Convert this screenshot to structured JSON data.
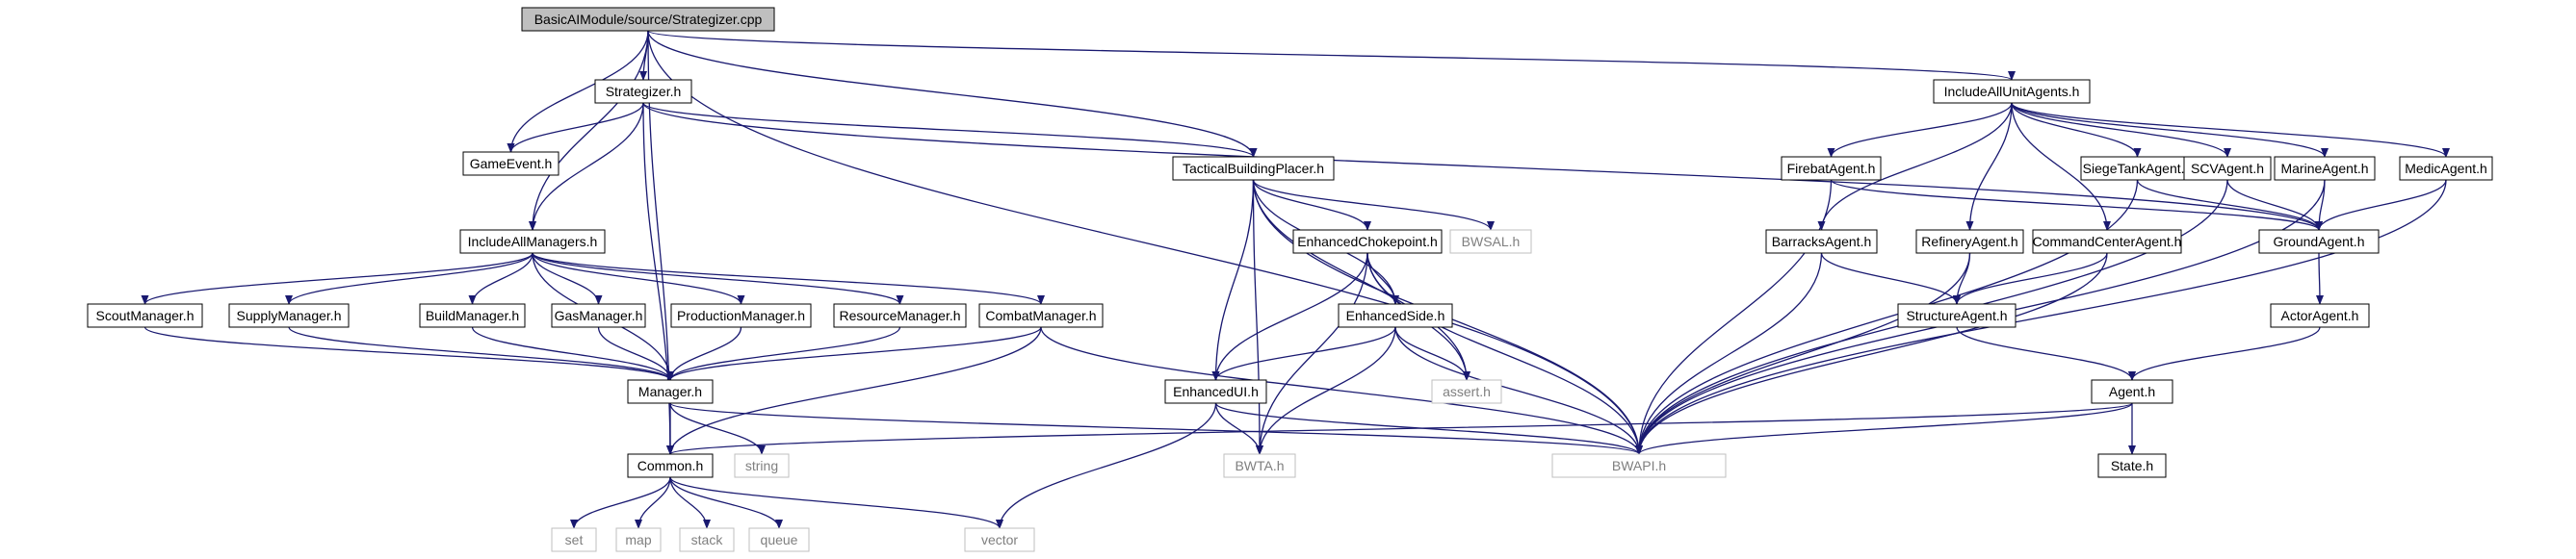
{
  "diagram": {
    "colors": {
      "edge": "#191970",
      "node_border": "#000000",
      "external_border": "#bfbfbf",
      "root_fill": "#bfbfbf",
      "node_fill": "#ffffff",
      "external_text": "#7f7f7f"
    },
    "nodes": [
      {
        "id": "root",
        "label": "BasicAIModule/source/Strategizer.cpp",
        "kind": "root"
      },
      {
        "id": "strategizer_h",
        "label": "Strategizer.h",
        "kind": "file"
      },
      {
        "id": "gameevent_h",
        "label": "GameEvent.h",
        "kind": "file"
      },
      {
        "id": "includeallmanagers_h",
        "label": "IncludeAllManagers.h",
        "kind": "file"
      },
      {
        "id": "tacticalbuildingplacer_h",
        "label": "TacticalBuildingPlacer.h",
        "kind": "file"
      },
      {
        "id": "includeallunitagents_h",
        "label": "IncludeAllUnitAgents.h",
        "kind": "file"
      },
      {
        "id": "scoutmanager_h",
        "label": "ScoutManager.h",
        "kind": "file"
      },
      {
        "id": "supplymanager_h",
        "label": "SupplyManager.h",
        "kind": "file"
      },
      {
        "id": "buildmanager_h",
        "label": "BuildManager.h",
        "kind": "file"
      },
      {
        "id": "gasmanager_h",
        "label": "GasManager.h",
        "kind": "file"
      },
      {
        "id": "productionmanager_h",
        "label": "ProductionManager.h",
        "kind": "file"
      },
      {
        "id": "resourcemanager_h",
        "label": "ResourceManager.h",
        "kind": "file"
      },
      {
        "id": "combatmanager_h",
        "label": "CombatManager.h",
        "kind": "file"
      },
      {
        "id": "manager_h",
        "label": "Manager.h",
        "kind": "file"
      },
      {
        "id": "common_h",
        "label": "Common.h",
        "kind": "file"
      },
      {
        "id": "string",
        "label": "string",
        "kind": "external"
      },
      {
        "id": "set",
        "label": "set",
        "kind": "external"
      },
      {
        "id": "map",
        "label": "map",
        "kind": "external"
      },
      {
        "id": "stack",
        "label": "stack",
        "kind": "external"
      },
      {
        "id": "queue",
        "label": "queue",
        "kind": "external"
      },
      {
        "id": "vector",
        "label": "vector",
        "kind": "external"
      },
      {
        "id": "enhancedchokepoint_h",
        "label": "EnhancedChokepoint.h",
        "kind": "file"
      },
      {
        "id": "bwsal_h",
        "label": "BWSAL.h",
        "kind": "external"
      },
      {
        "id": "enhancedside_h",
        "label": "EnhancedSide.h",
        "kind": "file"
      },
      {
        "id": "enhancedui_h",
        "label": "EnhancedUI.h",
        "kind": "file"
      },
      {
        "id": "bwta_h",
        "label": "BWTA.h",
        "kind": "external"
      },
      {
        "id": "assert_h",
        "label": "assert.h",
        "kind": "external"
      },
      {
        "id": "bwapi_h",
        "label": "BWAPI.h",
        "kind": "external"
      },
      {
        "id": "firebatagent_h",
        "label": "FirebatAgent.h",
        "kind": "file"
      },
      {
        "id": "barracksagent_h",
        "label": "BarracksAgent.h",
        "kind": "file"
      },
      {
        "id": "refineryagent_h",
        "label": "RefineryAgent.h",
        "kind": "file"
      },
      {
        "id": "commandcenteragent_h",
        "label": "CommandCenterAgent.h",
        "kind": "file"
      },
      {
        "id": "siegetankagent_h",
        "label": "SiegeTankAgent.h",
        "kind": "file"
      },
      {
        "id": "scvagent_h",
        "label": "SCVAgent.h",
        "kind": "file"
      },
      {
        "id": "marineagent_h",
        "label": "MarineAgent.h",
        "kind": "file"
      },
      {
        "id": "medicagent_h",
        "label": "MedicAgent.h",
        "kind": "file"
      },
      {
        "id": "groundagent_h",
        "label": "GroundAgent.h",
        "kind": "file"
      },
      {
        "id": "structureagent_h",
        "label": "StructureAgent.h",
        "kind": "file"
      },
      {
        "id": "actoragent_h",
        "label": "ActorAgent.h",
        "kind": "file"
      },
      {
        "id": "agent_h",
        "label": "Agent.h",
        "kind": "file"
      },
      {
        "id": "state_h",
        "label": "State.h",
        "kind": "file"
      }
    ],
    "edges": [
      [
        "root",
        "strategizer_h"
      ],
      [
        "root",
        "gameevent_h"
      ],
      [
        "root",
        "includeallmanagers_h"
      ],
      [
        "root",
        "tacticalbuildingplacer_h"
      ],
      [
        "root",
        "includeallunitagents_h"
      ],
      [
        "root",
        "common_h"
      ],
      [
        "root",
        "bwapi_h"
      ],
      [
        "strategizer_h",
        "gameevent_h"
      ],
      [
        "strategizer_h",
        "includeallmanagers_h"
      ],
      [
        "strategizer_h",
        "tacticalbuildingplacer_h"
      ],
      [
        "strategizer_h",
        "common_h"
      ],
      [
        "strategizer_h",
        "groundagent_h"
      ],
      [
        "includeallmanagers_h",
        "scoutmanager_h"
      ],
      [
        "includeallmanagers_h",
        "supplymanager_h"
      ],
      [
        "includeallmanagers_h",
        "buildmanager_h"
      ],
      [
        "includeallmanagers_h",
        "gasmanager_h"
      ],
      [
        "includeallmanagers_h",
        "productionmanager_h"
      ],
      [
        "includeallmanagers_h",
        "resourcemanager_h"
      ],
      [
        "includeallmanagers_h",
        "combatmanager_h"
      ],
      [
        "includeallmanagers_h",
        "manager_h"
      ],
      [
        "scoutmanager_h",
        "manager_h"
      ],
      [
        "supplymanager_h",
        "manager_h"
      ],
      [
        "buildmanager_h",
        "manager_h"
      ],
      [
        "gasmanager_h",
        "manager_h"
      ],
      [
        "productionmanager_h",
        "manager_h"
      ],
      [
        "resourcemanager_h",
        "manager_h"
      ],
      [
        "combatmanager_h",
        "manager_h"
      ],
      [
        "combatmanager_h",
        "common_h"
      ],
      [
        "combatmanager_h",
        "bwapi_h"
      ],
      [
        "manager_h",
        "common_h"
      ],
      [
        "manager_h",
        "string"
      ],
      [
        "manager_h",
        "bwapi_h"
      ],
      [
        "common_h",
        "set"
      ],
      [
        "common_h",
        "map"
      ],
      [
        "common_h",
        "stack"
      ],
      [
        "common_h",
        "queue"
      ],
      [
        "common_h",
        "vector"
      ],
      [
        "tacticalbuildingplacer_h",
        "enhancedchokepoint_h"
      ],
      [
        "tacticalbuildingplacer_h",
        "bwsal_h"
      ],
      [
        "tacticalbuildingplacer_h",
        "enhancedside_h"
      ],
      [
        "tacticalbuildingplacer_h",
        "enhancedui_h"
      ],
      [
        "tacticalbuildingplacer_h",
        "bwta_h"
      ],
      [
        "tacticalbuildingplacer_h",
        "assert_h"
      ],
      [
        "tacticalbuildingplacer_h",
        "bwapi_h"
      ],
      [
        "enhancedchokepoint_h",
        "enhancedside_h"
      ],
      [
        "enhancedchokepoint_h",
        "enhancedui_h"
      ],
      [
        "enhancedchokepoint_h",
        "bwta_h"
      ],
      [
        "enhancedchokepoint_h",
        "assert_h"
      ],
      [
        "enhancedchokepoint_h",
        "bwapi_h"
      ],
      [
        "enhancedside_h",
        "enhancedui_h"
      ],
      [
        "enhancedside_h",
        "bwta_h"
      ],
      [
        "enhancedside_h",
        "assert_h"
      ],
      [
        "enhancedside_h",
        "bwapi_h"
      ],
      [
        "enhancedui_h",
        "bwta_h"
      ],
      [
        "enhancedui_h",
        "vector"
      ],
      [
        "enhancedui_h",
        "bwapi_h"
      ],
      [
        "includeallunitagents_h",
        "firebatagent_h"
      ],
      [
        "includeallunitagents_h",
        "barracksagent_h"
      ],
      [
        "includeallunitagents_h",
        "refineryagent_h"
      ],
      [
        "includeallunitagents_h",
        "commandcenteragent_h"
      ],
      [
        "includeallunitagents_h",
        "siegetankagent_h"
      ],
      [
        "includeallunitagents_h",
        "scvagent_h"
      ],
      [
        "includeallunitagents_h",
        "marineagent_h"
      ],
      [
        "includeallunitagents_h",
        "medicagent_h"
      ],
      [
        "firebatagent_h",
        "groundagent_h"
      ],
      [
        "firebatagent_h",
        "bwapi_h"
      ],
      [
        "barracksagent_h",
        "structureagent_h"
      ],
      [
        "barracksagent_h",
        "bwapi_h"
      ],
      [
        "refineryagent_h",
        "structureagent_h"
      ],
      [
        "refineryagent_h",
        "bwapi_h"
      ],
      [
        "commandcenteragent_h",
        "structureagent_h"
      ],
      [
        "commandcenteragent_h",
        "bwapi_h"
      ],
      [
        "siegetankagent_h",
        "groundagent_h"
      ],
      [
        "siegetankagent_h",
        "bwapi_h"
      ],
      [
        "scvagent_h",
        "groundagent_h"
      ],
      [
        "scvagent_h",
        "bwapi_h"
      ],
      [
        "marineagent_h",
        "groundagent_h"
      ],
      [
        "marineagent_h",
        "bwapi_h"
      ],
      [
        "medicagent_h",
        "groundagent_h"
      ],
      [
        "medicagent_h",
        "bwapi_h"
      ],
      [
        "groundagent_h",
        "actoragent_h"
      ],
      [
        "structureagent_h",
        "agent_h"
      ],
      [
        "actoragent_h",
        "agent_h"
      ],
      [
        "agent_h",
        "common_h"
      ],
      [
        "agent_h",
        "bwapi_h"
      ],
      [
        "agent_h",
        "state_h"
      ]
    ]
  }
}
